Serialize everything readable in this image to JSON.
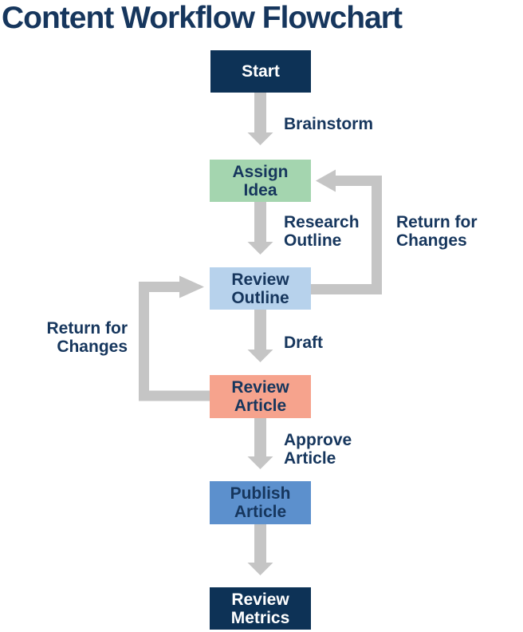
{
  "title": "Content Workflow Flowchart",
  "colors": {
    "navy": "#0D3256",
    "text_navy": "#16365D",
    "green": "#A4D5AF",
    "light_blue": "#B7D2EC",
    "salmon": "#F6A38D",
    "medium_blue": "#5C90CD",
    "arrow_gray": "#C5C5C5",
    "white": "#FFFFFF"
  },
  "nodes": {
    "start": {
      "lines": [
        "Start"
      ],
      "bg": "#0D3256",
      "fg": "#FFFFFF"
    },
    "assign_idea": {
      "lines": [
        "Assign",
        "Idea"
      ],
      "bg": "#A4D5AF",
      "fg": "#16365D"
    },
    "review_outline": {
      "lines": [
        "Review",
        "Outline"
      ],
      "bg": "#B7D2EC",
      "fg": "#16365D"
    },
    "review_article": {
      "lines": [
        "Review",
        "Article"
      ],
      "bg": "#F6A38D",
      "fg": "#16365D"
    },
    "publish_article": {
      "lines": [
        "Publish",
        "Article"
      ],
      "bg": "#5C90CD",
      "fg": "#16365D"
    },
    "review_metrics": {
      "lines": [
        "Review",
        "Metrics"
      ],
      "bg": "#0D3256",
      "fg": "#FFFFFF"
    }
  },
  "edge_labels": {
    "brainstorm": {
      "lines": [
        "Brainstorm"
      ]
    },
    "research_outline": {
      "lines": [
        "Research",
        "Outline"
      ]
    },
    "return_right": {
      "lines": [
        "Return for",
        "Changes"
      ]
    },
    "draft": {
      "lines": [
        "Draft"
      ]
    },
    "return_left": {
      "lines": [
        "Return for",
        "Changes"
      ]
    },
    "approve_article": {
      "lines": [
        "Approve",
        "Article"
      ]
    }
  },
  "arrow_color": "#C5C5C5"
}
